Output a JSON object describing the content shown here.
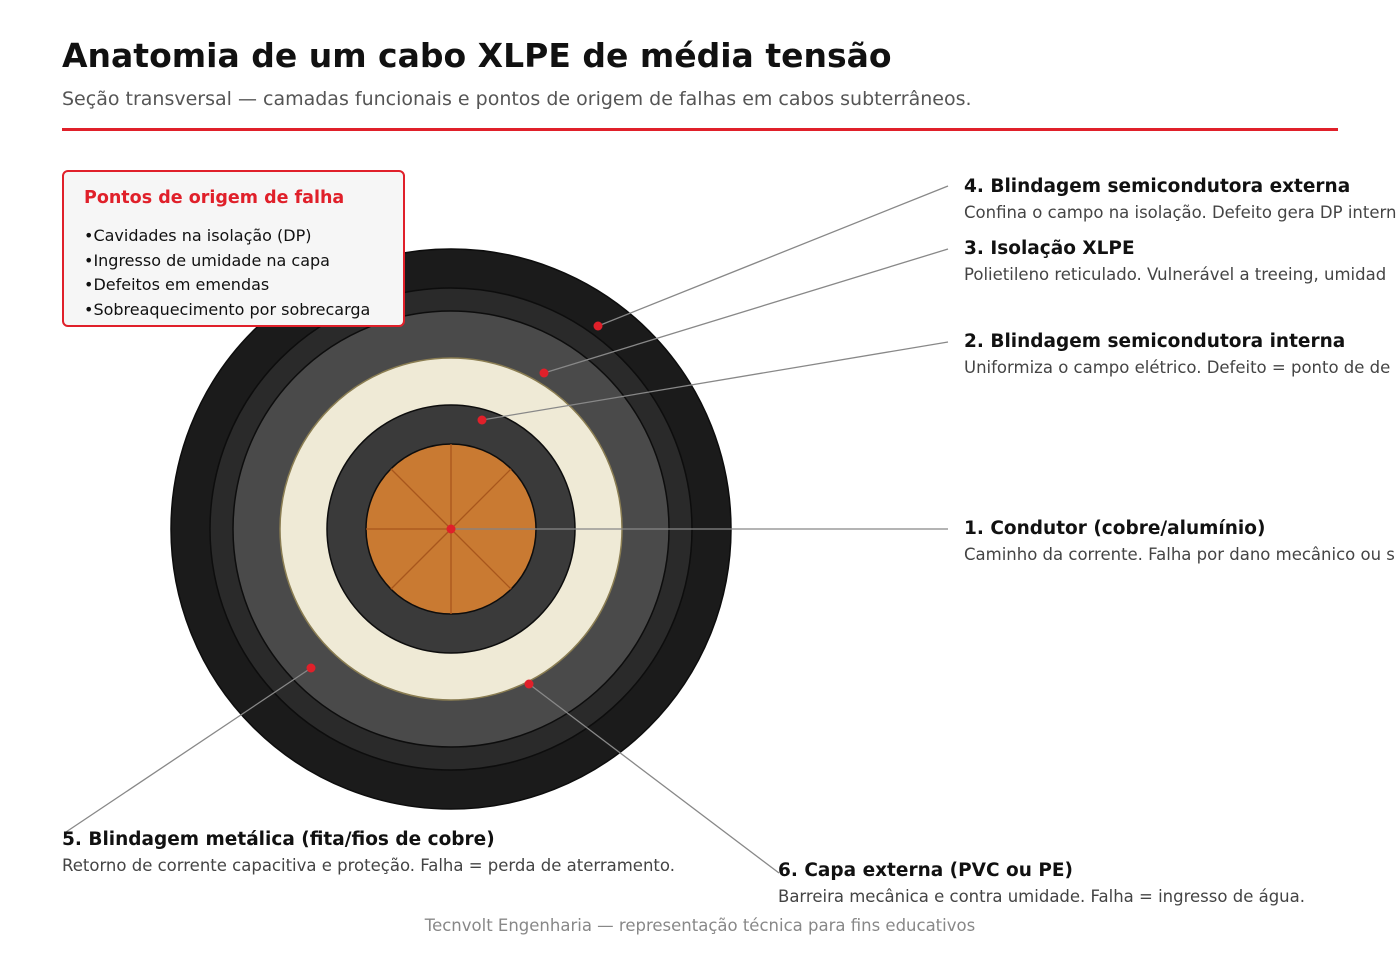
{
  "header": {
    "title": "Anatomia de um cabo XLPE de média tensão",
    "subtitle": "Seção transversal — camadas funcionais e pontos de origem de falhas em cabos subterrâneos."
  },
  "legend": {
    "title": "Pontos de origem de falha",
    "items": [
      "Cavidades na isolação (DP)",
      "Ingresso de umidade na capa",
      "Defeitos em emendas",
      "Sobreaquecimento por sobrecarga"
    ]
  },
  "callouts": [
    {
      "title": "1. Condutor (cobre/alumínio)",
      "desc": "Caminho da corrente. Falha por dano mecânico ou s"
    },
    {
      "title": "2. Blindagem semicondutora interna",
      "desc": "Uniformiza o campo elétrico. Defeito = ponto de de"
    },
    {
      "title": "3. Isolação XLPE",
      "desc": "Polietileno reticulado. Vulnerável a treeing, umidad"
    },
    {
      "title": "4. Blindagem semicondutora externa",
      "desc": "Confina o campo na isolação. Defeito gera DP intern"
    },
    {
      "title": "5. Blindagem metálica (fita/fios de cobre)",
      "desc": "Retorno de corrente capacitiva e proteção. Falha = perda de aterramento."
    },
    {
      "title": "6. Capa externa (PVC ou PE)",
      "desc": "Barreira mecânica e contra umidade. Falha = ingresso de água."
    }
  ],
  "cable_layers": [
    {
      "name": "outer-jacket",
      "color": "#1b1b1b"
    },
    {
      "name": "metallic-shield",
      "color": "#2a2a2a"
    },
    {
      "name": "outer-semicon",
      "color": "#4a4a4a"
    },
    {
      "name": "xlpe-insulation",
      "color": "#efead6"
    },
    {
      "name": "inner-semicon",
      "color": "#3a3a3a"
    },
    {
      "name": "conductor",
      "color": "#c97a32"
    }
  ],
  "colors": {
    "accent": "#e0202a",
    "leader_line": "#888888",
    "conductor_strand": "#a8561c",
    "insulation_edge": "#8a7d52"
  },
  "footer": {
    "note": "Tecnvolt Engenharia — representação técnica para fins educativos"
  }
}
